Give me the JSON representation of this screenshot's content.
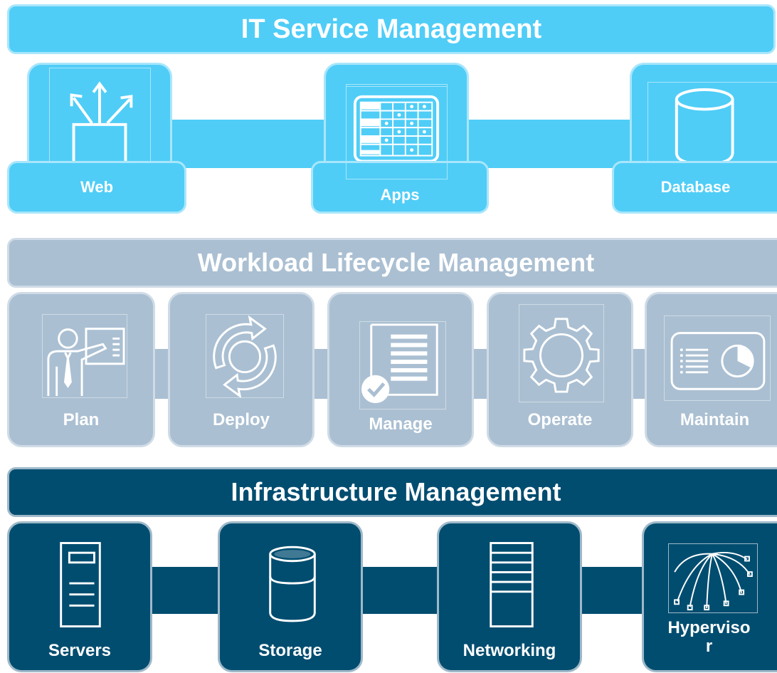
{
  "colors": {
    "it_service": "#4fcdf7",
    "workload": "#aabfd2",
    "infrastructure": "#004d70"
  },
  "it_service": {
    "title": "IT Service Management",
    "items": [
      {
        "label": "Web",
        "icon": "web-broadcast-icon"
      },
      {
        "label": "Apps",
        "icon": "spreadsheet-app-icon"
      },
      {
        "label": "Database",
        "icon": "database-cylinder-icon"
      }
    ]
  },
  "workload": {
    "title": "Workload Lifecycle Management",
    "items": [
      {
        "label": "Plan",
        "icon": "presenter-icon"
      },
      {
        "label": "Deploy",
        "icon": "cycle-arrows-icon"
      },
      {
        "label": "Manage",
        "icon": "checklist-document-icon"
      },
      {
        "label": "Operate",
        "icon": "gear-icon"
      },
      {
        "label": "Maintain",
        "icon": "dashboard-pie-icon"
      }
    ]
  },
  "infrastructure": {
    "title": "Infrastructure Management",
    "items": [
      {
        "label": "Servers",
        "icon": "server-tower-icon"
      },
      {
        "label": "Storage",
        "icon": "storage-cylinder-icon"
      },
      {
        "label": "Networking",
        "icon": "network-rack-icon"
      },
      {
        "label": "Hyperviso\nr",
        "icon": "hypervisor-fan-icon"
      }
    ]
  }
}
